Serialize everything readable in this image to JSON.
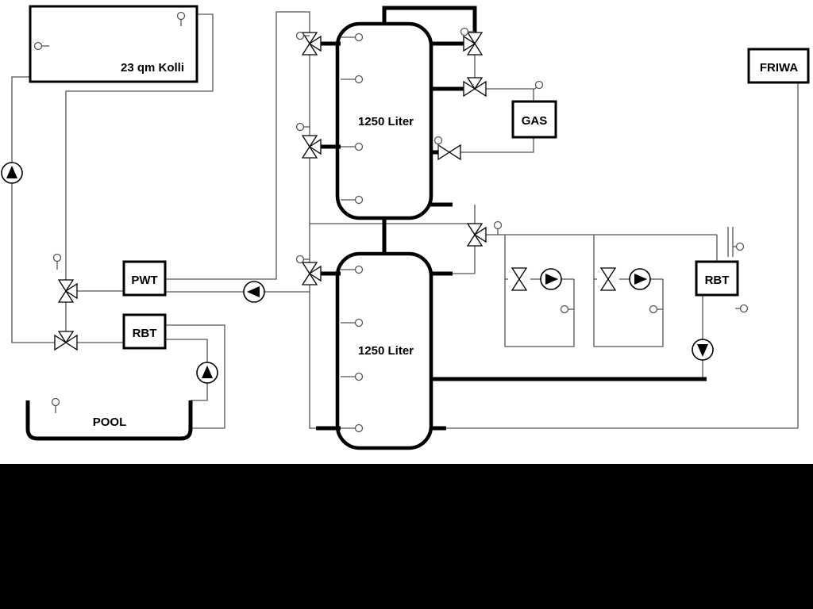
{
  "page": {
    "background": "#000000"
  },
  "diagram": {
    "background": "#ffffff",
    "pipe_color": "#000000",
    "wire_color": "#555555",
    "labels": {
      "collector": "23 qm Kolli",
      "buffer_tank_top": "1250 Liter",
      "buffer_tank_bottom": "1250 Liter",
      "gas_boiler": "GAS",
      "friwa": "FRIWA",
      "pwt": "PWT",
      "rbt_left": "RBT",
      "rbt_right": "RBT",
      "pool": "POOL"
    },
    "components": {
      "pumps": [
        {
          "name": "solar-pump",
          "direction": "up"
        },
        {
          "name": "heat-exchanger-pump",
          "direction": "left"
        },
        {
          "name": "pool-pump",
          "direction": "up"
        },
        {
          "name": "heating-circuit-1-pump",
          "direction": "right"
        },
        {
          "name": "heating-circuit-2-pump",
          "direction": "right"
        },
        {
          "name": "rbt-right-pump",
          "direction": "down"
        }
      ],
      "valve_count": 11,
      "sensor_count": 23
    }
  }
}
